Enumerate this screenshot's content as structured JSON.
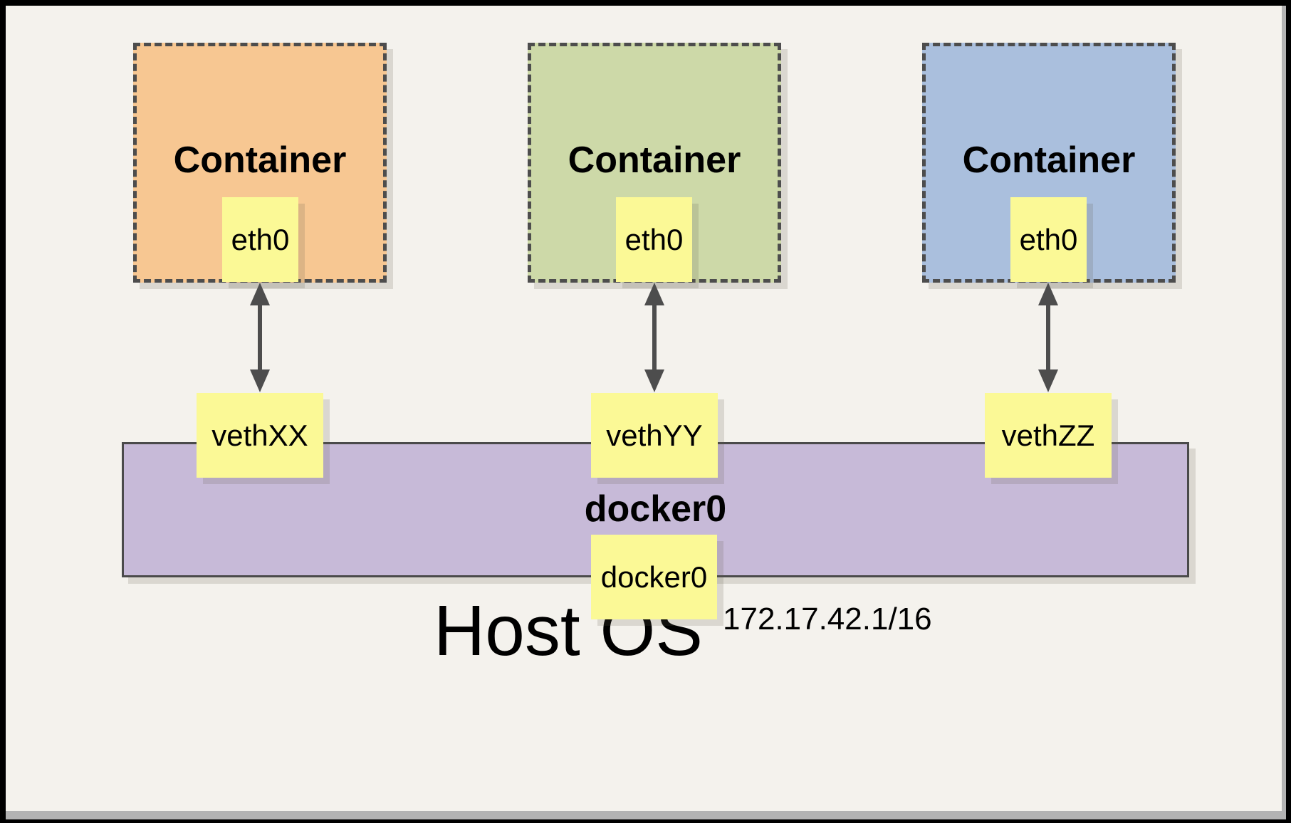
{
  "diagram": {
    "containers": [
      {
        "name": "Container",
        "eth": "eth0",
        "veth": "vethXX",
        "fill": "#F7C792"
      },
      {
        "name": "Container",
        "eth": "eth0",
        "veth": "vethYY",
        "fill": "#CDD9A8"
      },
      {
        "name": "Container",
        "eth": "eth0",
        "veth": "vethZZ",
        "fill": "#AABFDD"
      }
    ],
    "bridge": {
      "name": "docker0",
      "interface_label": "docker0",
      "ip": "172.17.42.1/16",
      "fill": "#C7BAD8"
    },
    "host_label": "Host OS",
    "colors": {
      "page_bg": "#F4F2ED",
      "interface_box_yellow": "#FBF996",
      "dashed_border": "#4D4D4D",
      "arrow": "#4D4D4D",
      "frame": "#000000",
      "mat_gray": "#B3B3B3"
    }
  }
}
